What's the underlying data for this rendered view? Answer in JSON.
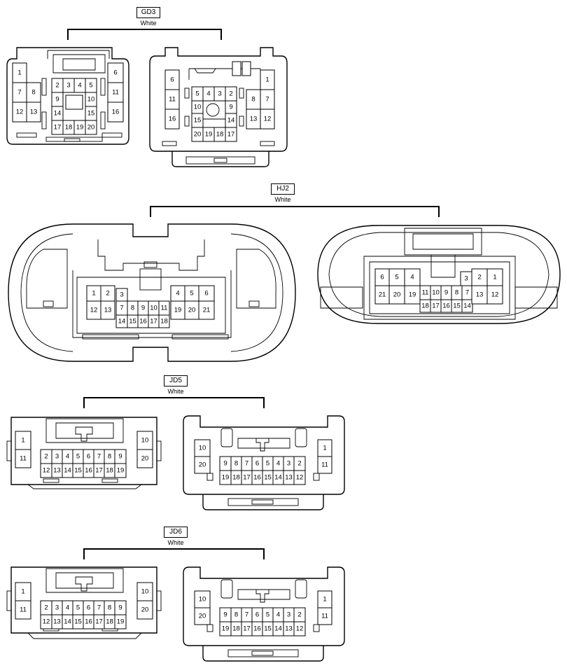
{
  "connectors": [
    {
      "id": "GD3",
      "color": "White",
      "views": [
        {
          "cells": [
            {
              "n": "1"
            },
            {
              "n": "7"
            },
            {
              "n": "8"
            },
            {
              "n": "12"
            },
            {
              "n": "13"
            },
            {
              "n": "2"
            },
            {
              "n": "3"
            },
            {
              "n": "4"
            },
            {
              "n": "5"
            },
            {
              "n": "9"
            },
            {
              "n": "10"
            },
            {
              "n": "14"
            },
            {
              "n": "15"
            },
            {
              "n": "17"
            },
            {
              "n": "18"
            },
            {
              "n": "19"
            },
            {
              "n": "20"
            },
            {
              "n": "6"
            },
            {
              "n": "11"
            },
            {
              "n": "16"
            }
          ]
        },
        {
          "cells": [
            {
              "n": "6"
            },
            {
              "n": "11"
            },
            {
              "n": "16"
            },
            {
              "n": "5"
            },
            {
              "n": "4"
            },
            {
              "n": "3"
            },
            {
              "n": "2"
            },
            {
              "n": "10"
            },
            {
              "n": "9"
            },
            {
              "n": "15"
            },
            {
              "n": "14"
            },
            {
              "n": "20"
            },
            {
              "n": "19"
            },
            {
              "n": "18"
            },
            {
              "n": "17"
            },
            {
              "n": "1"
            },
            {
              "n": "8"
            },
            {
              "n": "7"
            },
            {
              "n": "13"
            },
            {
              "n": "12"
            }
          ]
        }
      ]
    },
    {
      "id": "HJ2",
      "color": "White",
      "views": [
        {
          "cells": [
            {
              "n": "1"
            },
            {
              "n": "2"
            },
            {
              "n": "3"
            },
            {
              "n": "12"
            },
            {
              "n": "13"
            },
            {
              "n": "7"
            },
            {
              "n": "8"
            },
            {
              "n": "9"
            },
            {
              "n": "10"
            },
            {
              "n": "11"
            },
            {
              "n": "14"
            },
            {
              "n": "15"
            },
            {
              "n": "16"
            },
            {
              "n": "17"
            },
            {
              "n": "18"
            },
            {
              "n": "4"
            },
            {
              "n": "5"
            },
            {
              "n": "6"
            },
            {
              "n": "19"
            },
            {
              "n": "20"
            },
            {
              "n": "21"
            }
          ]
        },
        {
          "cells": [
            {
              "n": "6"
            },
            {
              "n": "5"
            },
            {
              "n": "4"
            },
            {
              "n": "21"
            },
            {
              "n": "20"
            },
            {
              "n": "19"
            },
            {
              "n": "11"
            },
            {
              "n": "10"
            },
            {
              "n": "9"
            },
            {
              "n": "8"
            },
            {
              "n": "7"
            },
            {
              "n": "18"
            },
            {
              "n": "17"
            },
            {
              "n": "16"
            },
            {
              "n": "15"
            },
            {
              "n": "14"
            },
            {
              "n": "3"
            },
            {
              "n": "2"
            },
            {
              "n": "1"
            },
            {
              "n": "13"
            },
            {
              "n": "12"
            }
          ]
        }
      ]
    },
    {
      "id": "JD5",
      "color": "White",
      "views": [
        {
          "cells": [
            {
              "n": "1"
            },
            {
              "n": "11"
            },
            {
              "n": "2"
            },
            {
              "n": "3"
            },
            {
              "n": "4"
            },
            {
              "n": "5"
            },
            {
              "n": "6"
            },
            {
              "n": "7"
            },
            {
              "n": "8"
            },
            {
              "n": "9"
            },
            {
              "n": "12"
            },
            {
              "n": "13"
            },
            {
              "n": "14"
            },
            {
              "n": "15"
            },
            {
              "n": "16"
            },
            {
              "n": "17"
            },
            {
              "n": "18"
            },
            {
              "n": "19"
            },
            {
              "n": "10"
            },
            {
              "n": "20"
            }
          ]
        },
        {
          "cells": [
            {
              "n": "10"
            },
            {
              "n": "20"
            },
            {
              "n": "9"
            },
            {
              "n": "8"
            },
            {
              "n": "7"
            },
            {
              "n": "6"
            },
            {
              "n": "5"
            },
            {
              "n": "4"
            },
            {
              "n": "3"
            },
            {
              "n": "2"
            },
            {
              "n": "19"
            },
            {
              "n": "18"
            },
            {
              "n": "17"
            },
            {
              "n": "16"
            },
            {
              "n": "15"
            },
            {
              "n": "14"
            },
            {
              "n": "13"
            },
            {
              "n": "12"
            },
            {
              "n": "1"
            },
            {
              "n": "11"
            }
          ]
        }
      ]
    },
    {
      "id": "JD6",
      "color": "White",
      "views": [
        {
          "cells": [
            {
              "n": "1"
            },
            {
              "n": "11"
            },
            {
              "n": "2"
            },
            {
              "n": "3"
            },
            {
              "n": "4"
            },
            {
              "n": "5"
            },
            {
              "n": "6"
            },
            {
              "n": "7"
            },
            {
              "n": "8"
            },
            {
              "n": "9"
            },
            {
              "n": "12"
            },
            {
              "n": "13"
            },
            {
              "n": "14"
            },
            {
              "n": "15"
            },
            {
              "n": "16"
            },
            {
              "n": "17"
            },
            {
              "n": "18"
            },
            {
              "n": "19"
            },
            {
              "n": "10"
            },
            {
              "n": "20"
            }
          ]
        },
        {
          "cells": [
            {
              "n": "10"
            },
            {
              "n": "20"
            },
            {
              "n": "9"
            },
            {
              "n": "8"
            },
            {
              "n": "7"
            },
            {
              "n": "6"
            },
            {
              "n": "5"
            },
            {
              "n": "4"
            },
            {
              "n": "3"
            },
            {
              "n": "2"
            },
            {
              "n": "19"
            },
            {
              "n": "18"
            },
            {
              "n": "17"
            },
            {
              "n": "16"
            },
            {
              "n": "15"
            },
            {
              "n": "14"
            },
            {
              "n": "13"
            },
            {
              "n": "12"
            },
            {
              "n": "1"
            },
            {
              "n": "11"
            }
          ]
        }
      ]
    }
  ]
}
